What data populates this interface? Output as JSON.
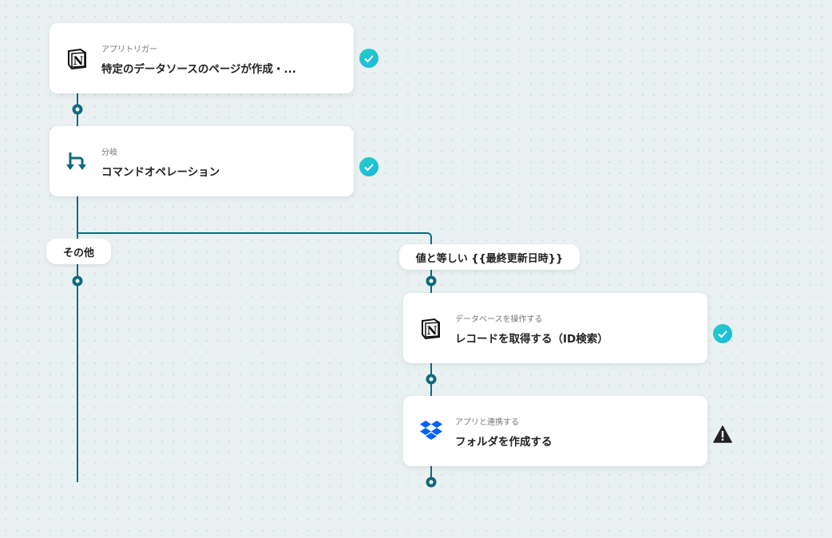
{
  "steps": [
    {
      "sub": "アプリトリガー",
      "title": "特定のデータソースのページが作成・...",
      "icon": "notion-icon",
      "status": "success"
    },
    {
      "sub": "分岐",
      "title": "コマンドオペレーション",
      "icon": "branch-icon",
      "status": "success"
    },
    {
      "sub": "データベースを操作する",
      "title": "レコードを取得する（ID検索）",
      "icon": "notion-icon",
      "status": "success"
    },
    {
      "sub": "アプリと連携する",
      "title": "フォルダを作成する",
      "icon": "dropbox-icon",
      "status": "warning"
    }
  ],
  "branches": {
    "other": "その他",
    "equals": "値と等しい {{最終更新日時}}"
  },
  "colors": {
    "line": "#0f6a7e",
    "success": "#1fc3d3",
    "dropbox": "#0061fe"
  }
}
